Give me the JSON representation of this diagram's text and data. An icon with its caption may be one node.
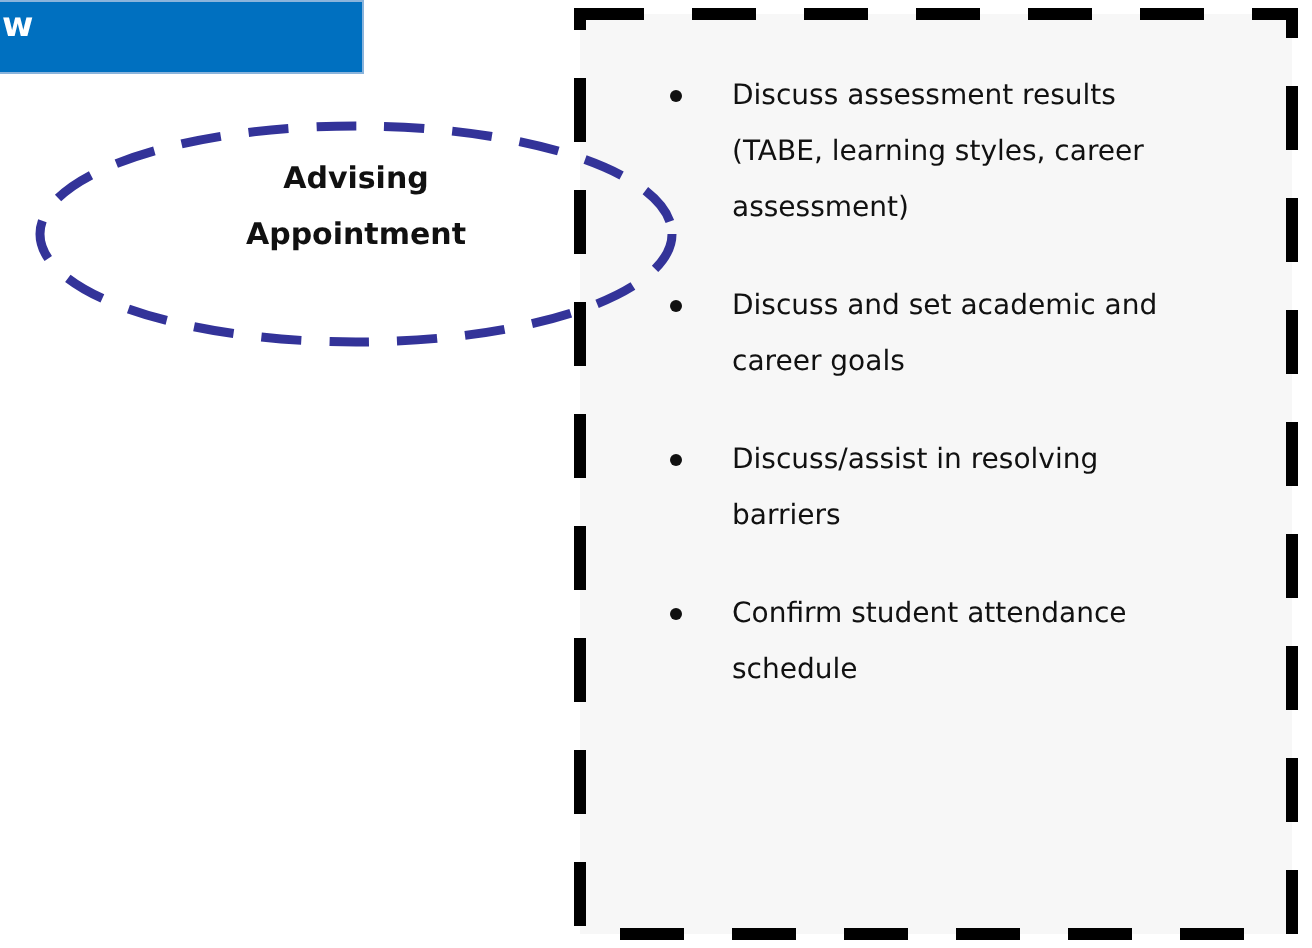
{
  "diagram": {
    "nodes": [
      {
        "text": [
          "w"
        ]
      },
      {
        "text": [
          "Discuss assessment results (TABE, learning styles, career assessment)",
          "Discuss and set academic and career goals",
          "Discuss/assist in resolving barriers",
          "Confirm student attendance schedule"
        ]
      },
      {
        "text": [
          "Advising Appointment"
        ]
      }
    ]
  }
}
